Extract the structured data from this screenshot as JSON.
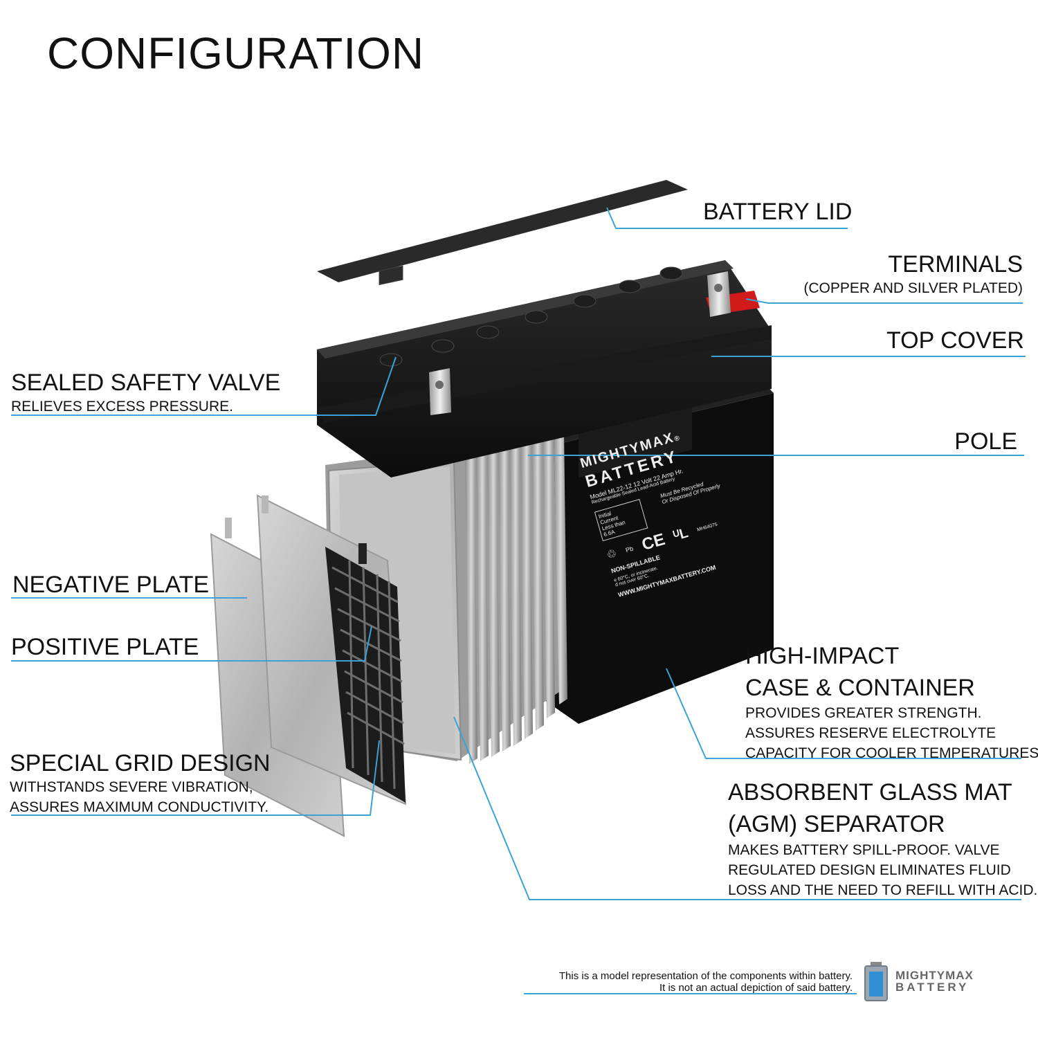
{
  "title": "CONFIGURATION",
  "callouts": {
    "battery_lid": "BATTERY LID",
    "terminals": "TERMINALS",
    "terminals_sub": "(COPPER AND SILVER PLATED)",
    "top_cover": "TOP COVER",
    "pole": "POLE",
    "safety_valve": "SEALED SAFETY VALVE",
    "safety_valve_sub": "RELIEVES EXCESS PRESSURE.",
    "negative_plate": "NEGATIVE PLATE",
    "positive_plate": "POSITIVE PLATE",
    "grid_design": "SPECIAL GRID DESIGN",
    "grid_design_sub1": "WITHSTANDS SEVERE VIBRATION,",
    "grid_design_sub2": "ASSURES MAXIMUM CONDUCTIVITY.",
    "case_line1": "HIGH-IMPACT",
    "case_line2": "CASE & CONTAINER",
    "case_sub1": "PROVIDES GREATER STRENGTH.",
    "case_sub2": "ASSURES RESERVE ELECTROLYTE",
    "case_sub3": "CAPACITY FOR COOLER TEMPERATURES.",
    "agm_line1": "ABSORBENT GLASS MAT",
    "agm_line2": "(AGM) SEPARATOR",
    "agm_sub1": "MAKES BATTERY SPILL-PROOF. VALVE",
    "agm_sub2": "REGULATED DESIGN ELIMINATES FLUID",
    "agm_sub3": "LOSS AND THE NEED TO REFILL WITH ACID."
  },
  "battery_label": {
    "brand_line1": "MIGHTYMAX",
    "brand_reg": "®",
    "brand_line2": "BATTERY",
    "model": "Model ML22-12  12 Volt 22 Amp Hr.",
    "type": "Rechargeable Sealed Lead-Acid Battery",
    "recycle": "Must Be Recycled",
    "dispose": "Or Disposed Of Properly",
    "initial": "Initial",
    "current": "Current",
    "less_than": "Less than",
    "amps": "6.6A",
    "ce": "CE",
    "ul_code": "MH64075",
    "non_spill": "NON-SPILLABLE",
    "website": "WWW.MIGHTYMAXBATTERY.COM",
    "pb": "Pb",
    "temp1": "e 60°C, or incinerate.",
    "temp2": "d not over 60°C."
  },
  "footer": {
    "line1": "This is a model representation of the components within battery.",
    "line2": "It is not an actual depiction of said battery.",
    "logo_top": "MIGHTYMAX",
    "logo_bottom": "BATTERY"
  },
  "colors": {
    "leader_line": "#3aa3d6",
    "battery_body": "#111111",
    "terminal_red": "#d11a1a",
    "plate": "#b9b9b9"
  }
}
